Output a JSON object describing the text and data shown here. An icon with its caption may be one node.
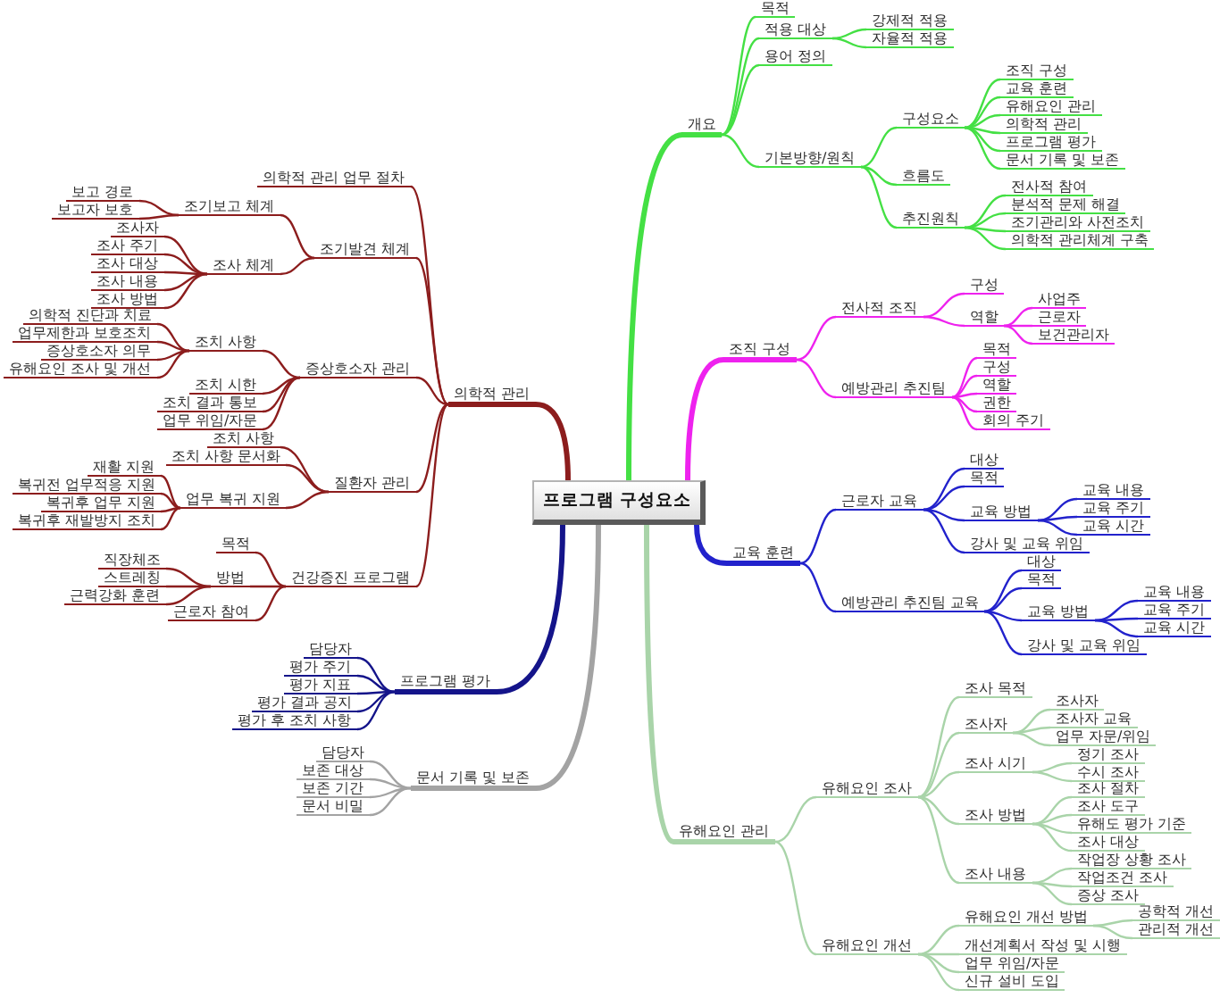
{
  "diagram": {
    "nodes": [
      {
        "text": [
          "프로그램 구성요소"
        ]
      },
      {
        "text": [
          "개요"
        ]
      },
      {
        "text": [
          "목적"
        ]
      },
      {
        "text": [
          "적용 대상"
        ]
      },
      {
        "text": [
          "강제적 적용"
        ]
      },
      {
        "text": [
          "자율적 적용"
        ]
      },
      {
        "text": [
          "용어 정의"
        ]
      },
      {
        "text": [
          "기본방향/원칙"
        ]
      },
      {
        "text": [
          "구성요소"
        ]
      },
      {
        "text": [
          "조직 구성"
        ]
      },
      {
        "text": [
          "교육 훈련"
        ]
      },
      {
        "text": [
          "유해요인 관리"
        ]
      },
      {
        "text": [
          "의학적 관리"
        ]
      },
      {
        "text": [
          "프로그램 평가"
        ]
      },
      {
        "text": [
          "문서 기록 및 보존"
        ]
      },
      {
        "text": [
          "흐름도"
        ]
      },
      {
        "text": [
          "추진원칙"
        ]
      },
      {
        "text": [
          "전사적 참여"
        ]
      },
      {
        "text": [
          "분석적 문제 해결"
        ]
      },
      {
        "text": [
          "조기관리와 사전조치"
        ]
      },
      {
        "text": [
          "의학적 관리체계 구축"
        ]
      },
      {
        "text": [
          "조직 구성"
        ]
      },
      {
        "text": [
          "전사적 조직"
        ]
      },
      {
        "text": [
          "구성"
        ]
      },
      {
        "text": [
          "역할"
        ]
      },
      {
        "text": [
          "사업주"
        ]
      },
      {
        "text": [
          "근로자"
        ]
      },
      {
        "text": [
          "보건관리자"
        ]
      },
      {
        "text": [
          "예방관리 추진팀"
        ]
      },
      {
        "text": [
          "목적"
        ]
      },
      {
        "text": [
          "구성"
        ]
      },
      {
        "text": [
          "역할"
        ]
      },
      {
        "text": [
          "권한"
        ]
      },
      {
        "text": [
          "회의 주기"
        ]
      },
      {
        "text": [
          "교육 훈련"
        ]
      },
      {
        "text": [
          "근로자 교육"
        ]
      },
      {
        "text": [
          "대상"
        ]
      },
      {
        "text": [
          "목적"
        ]
      },
      {
        "text": [
          "교육 방법"
        ]
      },
      {
        "text": [
          "교육 내용"
        ]
      },
      {
        "text": [
          "교육 주기"
        ]
      },
      {
        "text": [
          "교육 시간"
        ]
      },
      {
        "text": [
          "강사 및 교육 위임"
        ]
      },
      {
        "text": [
          "예방관리 추진팀 교육"
        ]
      },
      {
        "text": [
          "대상"
        ]
      },
      {
        "text": [
          "목적"
        ]
      },
      {
        "text": [
          "교육 방법"
        ]
      },
      {
        "text": [
          "교육 내용"
        ]
      },
      {
        "text": [
          "교육 주기"
        ]
      },
      {
        "text": [
          "교육 시간"
        ]
      },
      {
        "text": [
          "강사 및 교육 위임"
        ]
      },
      {
        "text": [
          "유해요인 관리"
        ]
      },
      {
        "text": [
          "유해요인 조사"
        ]
      },
      {
        "text": [
          "조사 목적"
        ]
      },
      {
        "text": [
          "조사자"
        ]
      },
      {
        "text": [
          "조사자"
        ]
      },
      {
        "text": [
          "조사자 교육"
        ]
      },
      {
        "text": [
          "업무 자문/위임"
        ]
      },
      {
        "text": [
          "조사 시기"
        ]
      },
      {
        "text": [
          "정기 조사"
        ]
      },
      {
        "text": [
          "수시 조사"
        ]
      },
      {
        "text": [
          "조사 방법"
        ]
      },
      {
        "text": [
          "조사 절차"
        ]
      },
      {
        "text": [
          "조사 도구"
        ]
      },
      {
        "text": [
          "유해도 평가 기준"
        ]
      },
      {
        "text": [
          "조사 대상"
        ]
      },
      {
        "text": [
          "조사 내용"
        ]
      },
      {
        "text": [
          "작업장 상황 조사"
        ]
      },
      {
        "text": [
          "작업조건 조사"
        ]
      },
      {
        "text": [
          "증상 조사"
        ]
      },
      {
        "text": [
          "유해요인 개선"
        ]
      },
      {
        "text": [
          "유해요인 개선 방법"
        ]
      },
      {
        "text": [
          "공학적 개선"
        ]
      },
      {
        "text": [
          "관리적 개선"
        ]
      },
      {
        "text": [
          "개선계획서 작성 및 시행"
        ]
      },
      {
        "text": [
          "업무 위임/자문"
        ]
      },
      {
        "text": [
          "신규 설비 도입"
        ]
      },
      {
        "text": [
          "의학적 관리"
        ]
      },
      {
        "text": [
          "의학적 관리 업무 절차"
        ]
      },
      {
        "text": [
          "조기발견 체계"
        ]
      },
      {
        "text": [
          "조기보고 체계"
        ]
      },
      {
        "text": [
          "보고 경로"
        ]
      },
      {
        "text": [
          "보고자 보호"
        ]
      },
      {
        "text": [
          "조사 체계"
        ]
      },
      {
        "text": [
          "조사자"
        ]
      },
      {
        "text": [
          "조사 주기"
        ]
      },
      {
        "text": [
          "조사 대상"
        ]
      },
      {
        "text": [
          "조사 내용"
        ]
      },
      {
        "text": [
          "조사 방법"
        ]
      },
      {
        "text": [
          "증상호소자 관리"
        ]
      },
      {
        "text": [
          "조치 사항"
        ]
      },
      {
        "text": [
          "의학적 진단과 치료"
        ]
      },
      {
        "text": [
          "업무제한과 보호조치"
        ]
      },
      {
        "text": [
          "증상호소자 의무"
        ]
      },
      {
        "text": [
          "유해요인 조사 및 개선"
        ]
      },
      {
        "text": [
          "조치 시한"
        ]
      },
      {
        "text": [
          "조치 결과 통보"
        ]
      },
      {
        "text": [
          "업무 위임/자문"
        ]
      },
      {
        "text": [
          "질환자 관리"
        ]
      },
      {
        "text": [
          "조치 사항"
        ]
      },
      {
        "text": [
          "조치 사항 문서화"
        ]
      },
      {
        "text": [
          "업무 복귀 지원"
        ]
      },
      {
        "text": [
          "재활 지원"
        ]
      },
      {
        "text": [
          "복귀전 업무적응 지원"
        ]
      },
      {
        "text": [
          "복귀후 업무 지원"
        ]
      },
      {
        "text": [
          "복귀후 재발방지 조치"
        ]
      },
      {
        "text": [
          "건강증진 프로그램"
        ]
      },
      {
        "text": [
          "목적"
        ]
      },
      {
        "text": [
          "방법"
        ]
      },
      {
        "text": [
          "직장체조"
        ]
      },
      {
        "text": [
          "스트레칭"
        ]
      },
      {
        "text": [
          "근력강화 훈련"
        ]
      },
      {
        "text": [
          "근로자 참여"
        ]
      },
      {
        "text": [
          "프로그램 평가"
        ]
      },
      {
        "text": [
          "담당자"
        ]
      },
      {
        "text": [
          "평가 주기"
        ]
      },
      {
        "text": [
          "평가 지표"
        ]
      },
      {
        "text": [
          "평가 결과 공지"
        ]
      },
      {
        "text": [
          "평가 후 조치 사항"
        ]
      },
      {
        "text": [
          "문서 기록 및 보존"
        ]
      },
      {
        "text": [
          "담당자"
        ]
      },
      {
        "text": [
          "보존 대상"
        ]
      },
      {
        "text": [
          "보존 기간"
        ]
      },
      {
        "text": [
          "문서 비밀"
        ]
      }
    ],
    "edges": [
      {
        "from": 0,
        "to": 1,
        "arrow": "none",
        "style": "thick",
        "color": "#44e044"
      },
      {
        "from": 1,
        "to": 2,
        "arrow": "none",
        "color": "#44e044"
      },
      {
        "from": 1,
        "to": 3,
        "arrow": "none",
        "color": "#44e044"
      },
      {
        "from": 3,
        "to": 4,
        "arrow": "none",
        "color": "#44e044"
      },
      {
        "from": 3,
        "to": 5,
        "arrow": "none",
        "color": "#44e044"
      },
      {
        "from": 1,
        "to": 6,
        "arrow": "none",
        "color": "#44e044"
      },
      {
        "from": 1,
        "to": 7,
        "arrow": "none",
        "color": "#44e044"
      },
      {
        "from": 7,
        "to": 8,
        "arrow": "none",
        "color": "#44e044"
      },
      {
        "from": 8,
        "to": 9,
        "arrow": "none",
        "color": "#44e044"
      },
      {
        "from": 8,
        "to": 10,
        "arrow": "none",
        "color": "#44e044"
      },
      {
        "from": 8,
        "to": 11,
        "arrow": "none",
        "color": "#44e044"
      },
      {
        "from": 8,
        "to": 12,
        "arrow": "none",
        "color": "#44e044"
      },
      {
        "from": 8,
        "to": 13,
        "arrow": "none",
        "color": "#44e044"
      },
      {
        "from": 8,
        "to": 14,
        "arrow": "none",
        "color": "#44e044"
      },
      {
        "from": 7,
        "to": 15,
        "arrow": "none",
        "color": "#44e044"
      },
      {
        "from": 7,
        "to": 16,
        "arrow": "none",
        "color": "#44e044"
      },
      {
        "from": 16,
        "to": 17,
        "arrow": "none",
        "color": "#44e044"
      },
      {
        "from": 16,
        "to": 18,
        "arrow": "none",
        "color": "#44e044"
      },
      {
        "from": 16,
        "to": 19,
        "arrow": "none",
        "color": "#44e044"
      },
      {
        "from": 16,
        "to": 20,
        "arrow": "none",
        "color": "#44e044"
      },
      {
        "from": 0,
        "to": 21,
        "arrow": "none",
        "style": "thick",
        "color": "#ee22ee"
      },
      {
        "from": 21,
        "to": 22,
        "arrow": "none",
        "color": "#ee22ee"
      },
      {
        "from": 22,
        "to": 23,
        "arrow": "none",
        "color": "#ee22ee"
      },
      {
        "from": 22,
        "to": 24,
        "arrow": "none",
        "color": "#ee22ee"
      },
      {
        "from": 24,
        "to": 25,
        "arrow": "none",
        "color": "#ee22ee"
      },
      {
        "from": 24,
        "to": 26,
        "arrow": "none",
        "color": "#ee22ee"
      },
      {
        "from": 24,
        "to": 27,
        "arrow": "none",
        "color": "#ee22ee"
      },
      {
        "from": 21,
        "to": 28,
        "arrow": "none",
        "color": "#ee22ee"
      },
      {
        "from": 28,
        "to": 29,
        "arrow": "none",
        "color": "#ee22ee"
      },
      {
        "from": 28,
        "to": 30,
        "arrow": "none",
        "color": "#ee22ee"
      },
      {
        "from": 28,
        "to": 31,
        "arrow": "none",
        "color": "#ee22ee"
      },
      {
        "from": 28,
        "to": 32,
        "arrow": "none",
        "color": "#ee22ee"
      },
      {
        "from": 28,
        "to": 33,
        "arrow": "none",
        "color": "#ee22ee"
      },
      {
        "from": 0,
        "to": 34,
        "arrow": "none",
        "style": "thick",
        "color": "#2222cc"
      },
      {
        "from": 34,
        "to": 35,
        "arrow": "none",
        "color": "#2222cc"
      },
      {
        "from": 35,
        "to": 36,
        "arrow": "none",
        "color": "#2222cc"
      },
      {
        "from": 35,
        "to": 37,
        "arrow": "none",
        "color": "#2222cc"
      },
      {
        "from": 35,
        "to": 38,
        "arrow": "none",
        "color": "#2222cc"
      },
      {
        "from": 38,
        "to": 39,
        "arrow": "none",
        "color": "#2222cc"
      },
      {
        "from": 38,
        "to": 40,
        "arrow": "none",
        "color": "#2222cc"
      },
      {
        "from": 38,
        "to": 41,
        "arrow": "none",
        "color": "#2222cc"
      },
      {
        "from": 35,
        "to": 42,
        "arrow": "none",
        "color": "#2222cc"
      },
      {
        "from": 34,
        "to": 43,
        "arrow": "none",
        "color": "#2222cc"
      },
      {
        "from": 43,
        "to": 44,
        "arrow": "none",
        "color": "#2222cc"
      },
      {
        "from": 43,
        "to": 45,
        "arrow": "none",
        "color": "#2222cc"
      },
      {
        "from": 43,
        "to": 46,
        "arrow": "none",
        "color": "#2222cc"
      },
      {
        "from": 46,
        "to": 47,
        "arrow": "none",
        "color": "#2222cc"
      },
      {
        "from": 46,
        "to": 48,
        "arrow": "none",
        "color": "#2222cc"
      },
      {
        "from": 46,
        "to": 49,
        "arrow": "none",
        "color": "#2222cc"
      },
      {
        "from": 43,
        "to": 50,
        "arrow": "none",
        "color": "#2222cc"
      },
      {
        "from": 0,
        "to": 51,
        "arrow": "none",
        "style": "thick",
        "color": "#a9d4a9"
      },
      {
        "from": 51,
        "to": 52,
        "arrow": "none",
        "color": "#a9d4a9"
      },
      {
        "from": 52,
        "to": 53,
        "arrow": "none",
        "color": "#a9d4a9"
      },
      {
        "from": 52,
        "to": 54,
        "arrow": "none",
        "color": "#a9d4a9"
      },
      {
        "from": 54,
        "to": 55,
        "arrow": "none",
        "color": "#a9d4a9"
      },
      {
        "from": 54,
        "to": 56,
        "arrow": "none",
        "color": "#a9d4a9"
      },
      {
        "from": 54,
        "to": 57,
        "arrow": "none",
        "color": "#a9d4a9"
      },
      {
        "from": 52,
        "to": 58,
        "arrow": "none",
        "color": "#a9d4a9"
      },
      {
        "from": 58,
        "to": 59,
        "arrow": "none",
        "color": "#a9d4a9"
      },
      {
        "from": 58,
        "to": 60,
        "arrow": "none",
        "color": "#a9d4a9"
      },
      {
        "from": 52,
        "to": 61,
        "arrow": "none",
        "color": "#a9d4a9"
      },
      {
        "from": 61,
        "to": 62,
        "arrow": "none",
        "color": "#a9d4a9"
      },
      {
        "from": 61,
        "to": 63,
        "arrow": "none",
        "color": "#a9d4a9"
      },
      {
        "from": 61,
        "to": 64,
        "arrow": "none",
        "color": "#a9d4a9"
      },
      {
        "from": 61,
        "to": 65,
        "arrow": "none",
        "color": "#a9d4a9"
      },
      {
        "from": 52,
        "to": 66,
        "arrow": "none",
        "color": "#a9d4a9"
      },
      {
        "from": 66,
        "to": 67,
        "arrow": "none",
        "color": "#a9d4a9"
      },
      {
        "from": 66,
        "to": 68,
        "arrow": "none",
        "color": "#a9d4a9"
      },
      {
        "from": 66,
        "to": 69,
        "arrow": "none",
        "color": "#a9d4a9"
      },
      {
        "from": 51,
        "to": 70,
        "arrow": "none",
        "color": "#a9d4a9"
      },
      {
        "from": 70,
        "to": 71,
        "arrow": "none",
        "color": "#a9d4a9"
      },
      {
        "from": 71,
        "to": 72,
        "arrow": "none",
        "color": "#a9d4a9"
      },
      {
        "from": 71,
        "to": 73,
        "arrow": "none",
        "color": "#a9d4a9"
      },
      {
        "from": 70,
        "to": 74,
        "arrow": "none",
        "color": "#a9d4a9"
      },
      {
        "from": 70,
        "to": 75,
        "arrow": "none",
        "color": "#a9d4a9"
      },
      {
        "from": 70,
        "to": 76,
        "arrow": "none",
        "color": "#a9d4a9"
      },
      {
        "from": 0,
        "to": 77,
        "arrow": "none",
        "style": "thick"
      },
      {
        "from": 77,
        "to": 78,
        "arrow": "none"
      },
      {
        "from": 77,
        "to": 79,
        "arrow": "none"
      },
      {
        "from": 79,
        "to": 80,
        "arrow": "none"
      },
      {
        "from": 80,
        "to": 81,
        "arrow": "none"
      },
      {
        "from": 80,
        "to": 82,
        "arrow": "none"
      },
      {
        "from": 79,
        "to": 83,
        "arrow": "none"
      },
      {
        "from": 83,
        "to": 84,
        "arrow": "none"
      },
      {
        "from": 83,
        "to": 85,
        "arrow": "none"
      },
      {
        "from": 83,
        "to": 86,
        "arrow": "none"
      },
      {
        "from": 83,
        "to": 87,
        "arrow": "none"
      },
      {
        "from": 83,
        "to": 88,
        "arrow": "none"
      },
      {
        "from": 77,
        "to": 89,
        "arrow": "none"
      },
      {
        "from": 89,
        "to": 90,
        "arrow": "none"
      },
      {
        "from": 90,
        "to": 91,
        "arrow": "none"
      },
      {
        "from": 90,
        "to": 92,
        "arrow": "none"
      },
      {
        "from": 90,
        "to": 93,
        "arrow": "none"
      },
      {
        "from": 90,
        "to": 94,
        "arrow": "none"
      },
      {
        "from": 89,
        "to": 95,
        "arrow": "none"
      },
      {
        "from": 89,
        "to": 96,
        "arrow": "none"
      },
      {
        "from": 89,
        "to": 97,
        "arrow": "none"
      },
      {
        "from": 77,
        "to": 98,
        "arrow": "none"
      },
      {
        "from": 98,
        "to": 99,
        "arrow": "none"
      },
      {
        "from": 98,
        "to": 100,
        "arrow": "none"
      },
      {
        "from": 98,
        "to": 101,
        "arrow": "none"
      },
      {
        "from": 101,
        "to": 102,
        "arrow": "none"
      },
      {
        "from": 101,
        "to": 103,
        "arrow": "none"
      },
      {
        "from": 101,
        "to": 104,
        "arrow": "none"
      },
      {
        "from": 101,
        "to": 105,
        "arrow": "none"
      },
      {
        "from": 77,
        "to": 106,
        "arrow": "none"
      },
      {
        "from": 106,
        "to": 107,
        "arrow": "none"
      },
      {
        "from": 106,
        "to": 108,
        "arrow": "none"
      },
      {
        "from": 108,
        "to": 109,
        "arrow": "none"
      },
      {
        "from": 108,
        "to": 110,
        "arrow": "none"
      },
      {
        "from": 108,
        "to": 111,
        "arrow": "none"
      },
      {
        "from": 106,
        "to": 112,
        "arrow": "none"
      },
      {
        "from": 0,
        "to": 113,
        "arrow": "none",
        "style": "thick",
        "color": "#14148a"
      },
      {
        "from": 113,
        "to": 114,
        "arrow": "none",
        "color": "#14148a"
      },
      {
        "from": 113,
        "to": 115,
        "arrow": "none",
        "color": "#14148a"
      },
      {
        "from": 113,
        "to": 116,
        "arrow": "none",
        "color": "#14148a"
      },
      {
        "from": 113,
        "to": 117,
        "arrow": "none",
        "color": "#14148a"
      },
      {
        "from": 113,
        "to": 118,
        "arrow": "none",
        "color": "#14148a"
      },
      {
        "from": 0,
        "to": 119,
        "arrow": "none",
        "style": "thick",
        "color": "#a3a3a3"
      },
      {
        "from": 119,
        "to": 120,
        "arrow": "none",
        "color": "#a3a3a3"
      },
      {
        "from": 119,
        "to": 121,
        "arrow": "none",
        "color": "#a3a3a3"
      },
      {
        "from": 119,
        "to": 122,
        "arrow": "none",
        "color": "#a3a3a3"
      },
      {
        "from": 119,
        "to": 123,
        "arrow": "none",
        "color": "#a3a3a3"
      }
    ]
  }
}
